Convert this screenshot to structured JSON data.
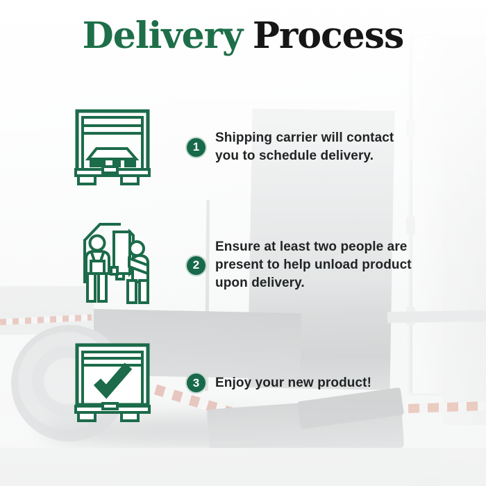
{
  "title": {
    "green_word": "Delivery",
    "black_word": "Process"
  },
  "steps": [
    {
      "number": "1",
      "icon": "loading-dock-pallet-icon",
      "lines": [
        "Shipping carrier will contact",
        "you to schedule delivery."
      ]
    },
    {
      "number": "2",
      "icon": "two-people-carrying-box-icon",
      "lines": [
        "Ensure at least two people are",
        "present to help unload product",
        "upon delivery."
      ]
    },
    {
      "number": "3",
      "icon": "box-checkmark-icon",
      "lines": [
        "Enjoy your new product!"
      ]
    }
  ],
  "colors": {
    "green": "#1c6b4a",
    "circle_green": "#17694a",
    "title_green": "#1e6e49",
    "title_black": "#161616",
    "body_text": "#212425"
  },
  "background_photo": "faded-box-truck-rear-open-door-liftgate"
}
